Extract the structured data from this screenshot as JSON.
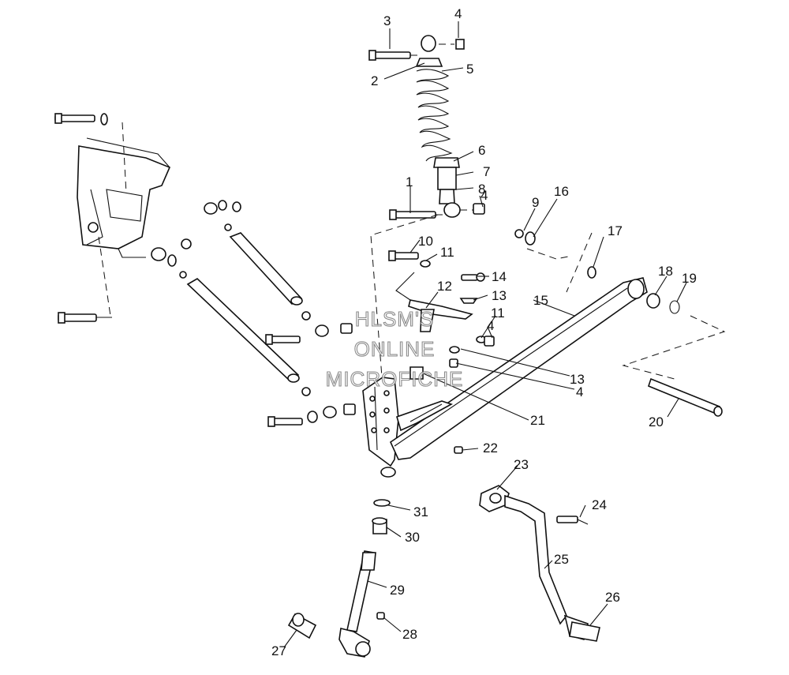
{
  "watermark": {
    "line1": "HLSM'S",
    "line2": "ONLINE",
    "line3": "MICROFICHE"
  },
  "callouts": {
    "c1": "1",
    "c2": "2",
    "c3": "3",
    "c4a": "4",
    "c4b": "4",
    "c4c": "4",
    "c4d": "4",
    "c5": "5",
    "c6": "6",
    "c7": "7",
    "c8": "8",
    "c9": "9",
    "c10": "10",
    "c11a": "11",
    "c11b": "11",
    "c12": "12",
    "c13a": "13",
    "c13b": "13",
    "c14": "14",
    "c15": "15",
    "c16": "16",
    "c17": "17",
    "c18": "18",
    "c19": "19",
    "c20": "20",
    "c21": "21",
    "c22": "22",
    "c23": "23",
    "c24": "24",
    "c25": "25",
    "c26": "26",
    "c27": "27",
    "c28": "28",
    "c29": "29",
    "c30": "30",
    "c31": "31"
  }
}
